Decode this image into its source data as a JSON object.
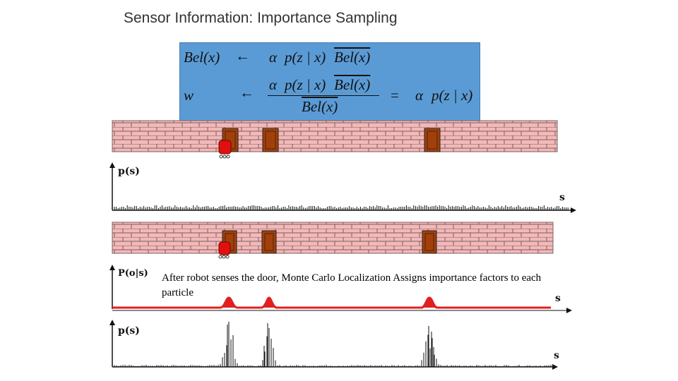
{
  "title": "Sensor Information: Importance Sampling",
  "equations": {
    "line1": {
      "lhs": "Bel(x)",
      "arrow": "←",
      "alpha": "α",
      "pz": "p(z | x)",
      "bel_bar": "Bel(x)"
    },
    "line2": {
      "lhs": "w",
      "arrow": "←",
      "numerator_alpha": "α",
      "numerator_pz": "p(z | x)",
      "numerator_bel": "Bel(x)",
      "denominator": "Bel(x)",
      "equals": "=",
      "rhs_alpha": "α",
      "rhs_pz": "p(z | x)"
    }
  },
  "plot1": {
    "ylabel": "p(s)",
    "xlabel": "s"
  },
  "plot2": {
    "ylabel": "P(o|s)",
    "xlabel": "s"
  },
  "plot3": {
    "ylabel": "p(s)",
    "xlabel": "s"
  },
  "caption": "After robot senses the door, Monte Carlo Localization Assigns  importance factors to each particle",
  "colors": {
    "eqbox": "#5b9bd5",
    "brick": "#f4b8b8",
    "mortar": "#7a6060",
    "door": "#a0410d",
    "robot": "#e01010",
    "likelihood": "#e02020"
  }
}
